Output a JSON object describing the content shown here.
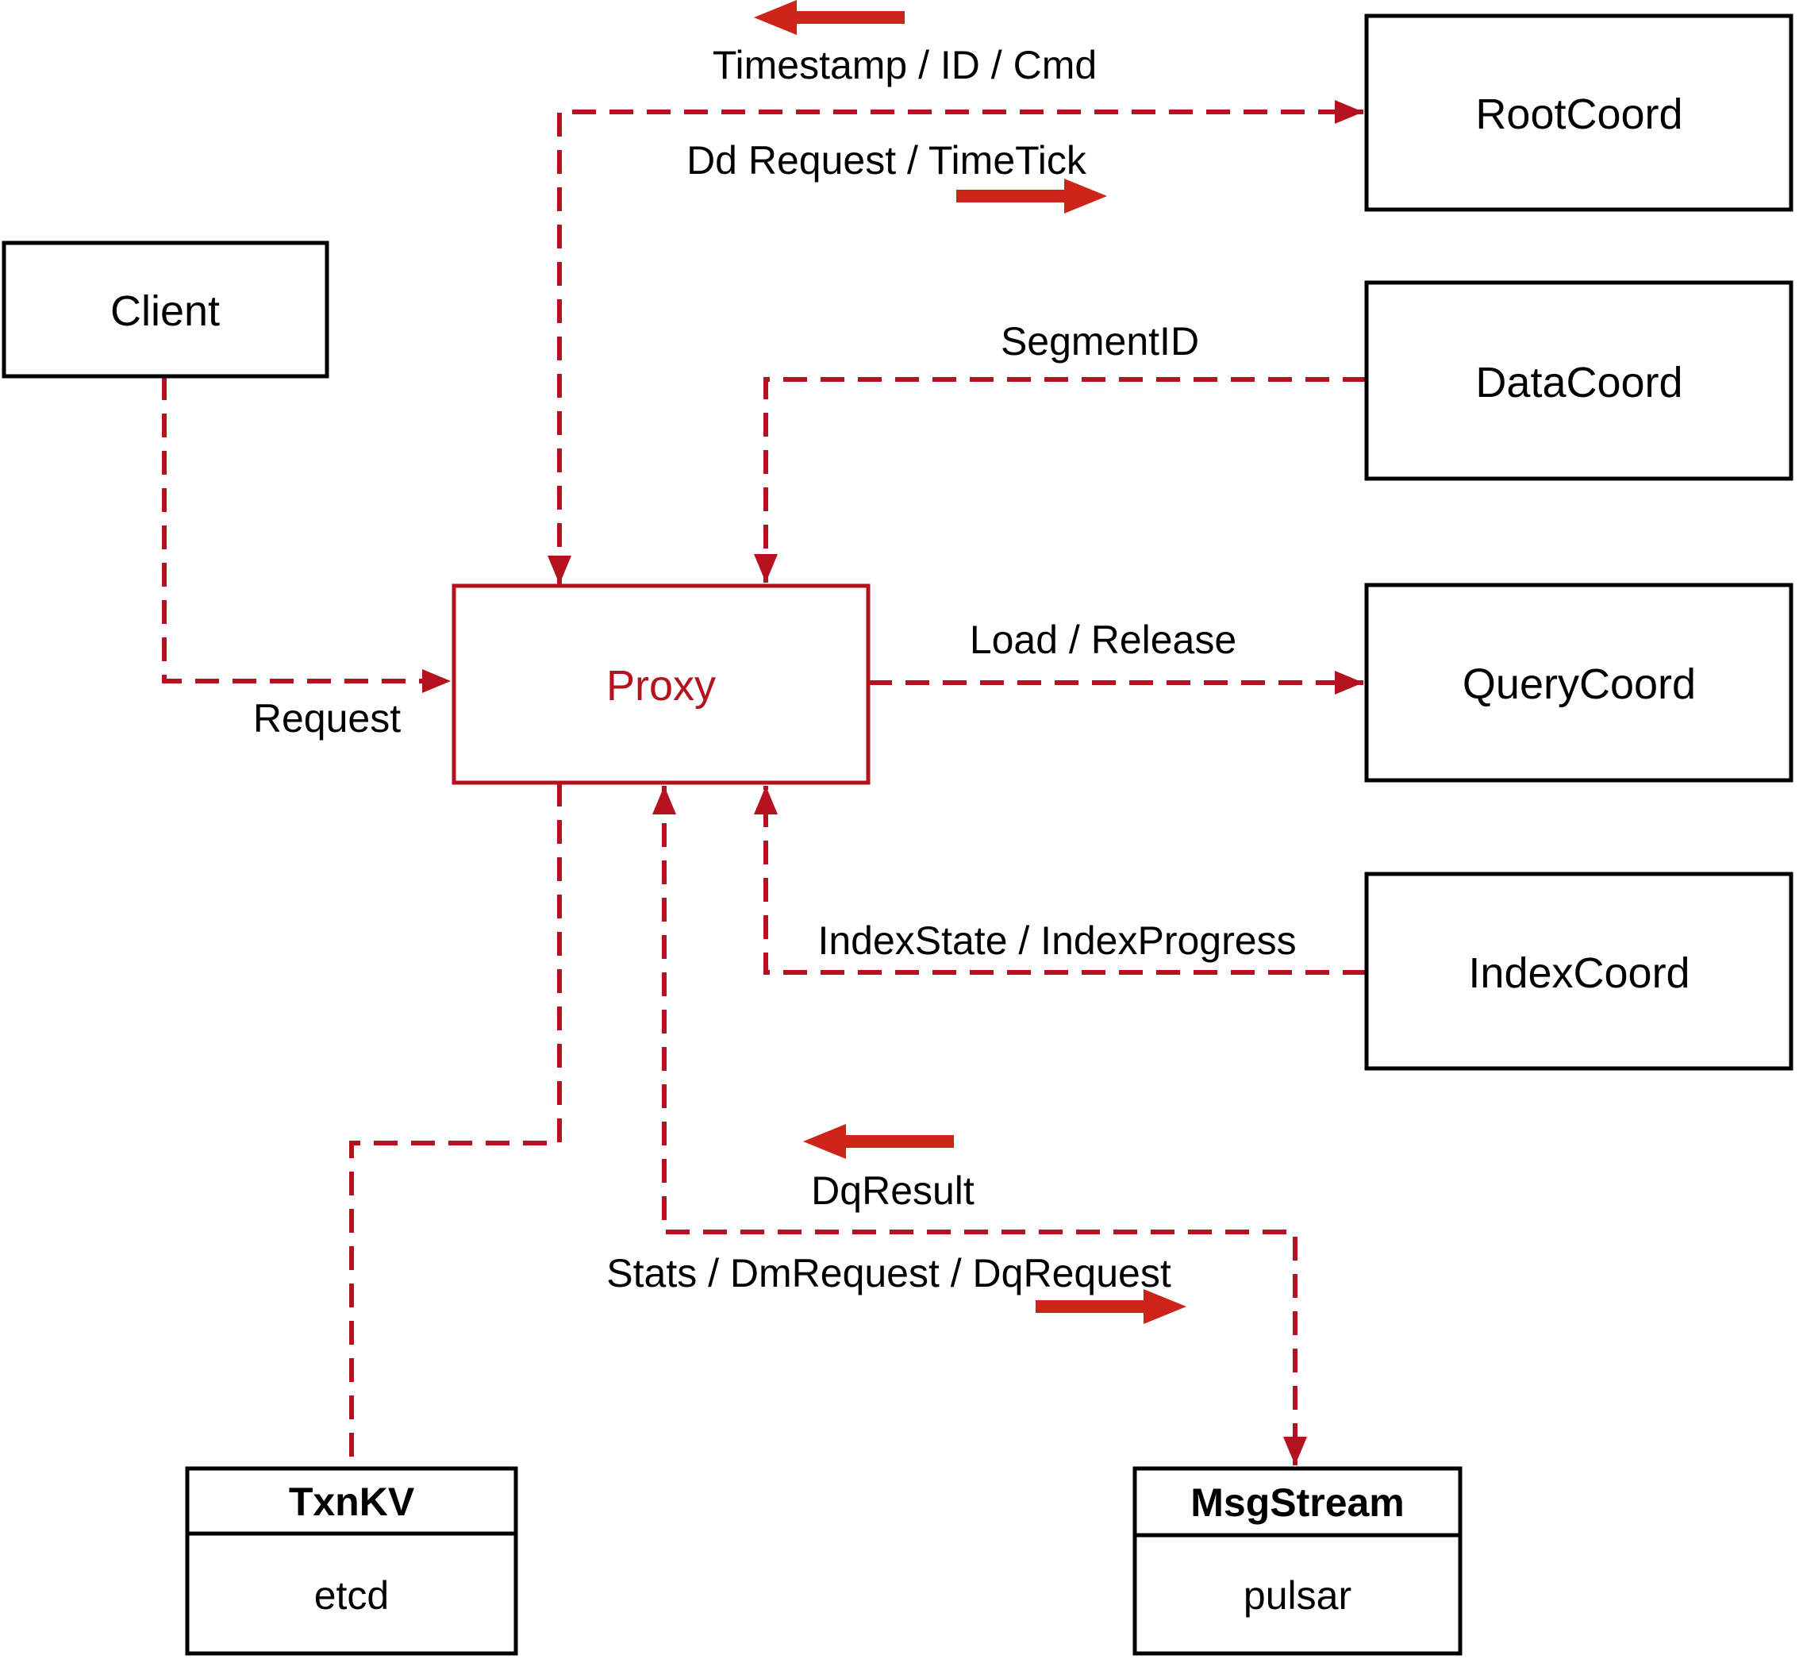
{
  "diagram": {
    "nodes": {
      "client": {
        "label": "Client"
      },
      "root_coord": {
        "label": "RootCoord"
      },
      "data_coord": {
        "label": "DataCoord"
      },
      "query_coord": {
        "label": "QueryCoord"
      },
      "index_coord": {
        "label": "IndexCoord"
      },
      "proxy": {
        "label": "Proxy"
      },
      "txn_kv": {
        "title": "TxnKV",
        "impl": "etcd"
      },
      "msg_stream": {
        "title": "MsgStream",
        "impl": "pulsar"
      }
    },
    "edge_labels": {
      "request": "Request",
      "timestamp_id_cmd": "Timestamp / ID / Cmd",
      "dd_request_timetick": "Dd Request / TimeTick",
      "segment_id": "SegmentID",
      "load_release": "Load / Release",
      "index_state_progress": "IndexState / IndexProgress",
      "dq_result": "DqResult",
      "stats_dm_dq": "Stats / DmRequest / DqRequest"
    },
    "connections": [
      {
        "from": "Client",
        "to": "Proxy",
        "label": "Request",
        "arrow": "to"
      },
      {
        "from": "Proxy",
        "to": "RootCoord",
        "label_to": "Dd Request / TimeTick",
        "label_from": "Timestamp / ID / Cmd",
        "arrow": "both"
      },
      {
        "from": "DataCoord",
        "to": "Proxy",
        "label": "SegmentID",
        "arrow": "to"
      },
      {
        "from": "Proxy",
        "to": "QueryCoord",
        "label": "Load / Release",
        "arrow": "to"
      },
      {
        "from": "IndexCoord",
        "to": "Proxy",
        "label": "IndexState / IndexProgress",
        "arrow": "to"
      },
      {
        "from": "Proxy",
        "to": "MsgStream",
        "label_to": "Stats / DmRequest / DqRequest",
        "label_from": "DqResult",
        "arrow": "both"
      },
      {
        "from": "Proxy",
        "to": "TxnKV",
        "label": "",
        "arrow": "none"
      }
    ],
    "colors": {
      "dashed_line": "#b5121f",
      "solid_arrow": "#cc2418",
      "proxy_accent": "#b5121f",
      "node_border": "#000000",
      "label_text": "#000000",
      "canvas_bg": "#ffffff"
    }
  }
}
